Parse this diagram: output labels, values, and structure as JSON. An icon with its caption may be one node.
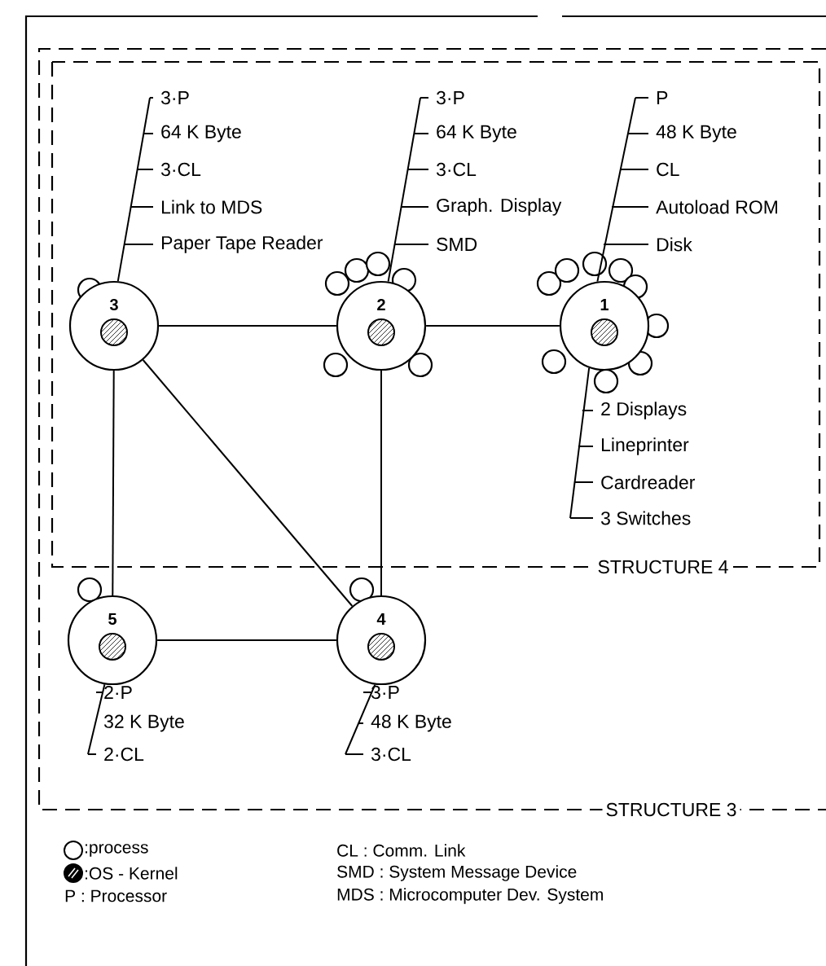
{
  "diagram": {
    "nodes": [
      {
        "text": [
          "STRUCTURE 3"
        ]
      },
      {
        "text": [
          "STRUCTURE 4"
        ],
        "in": 0
      },
      {
        "text": [
          "3"
        ],
        "in": 1
      },
      {
        "text": [
          "3·P",
          "64 K Byte",
          "3·CL",
          "Link to MDS",
          "Paper Tape Reader"
        ],
        "in": 1
      },
      {
        "text": [
          "2"
        ],
        "in": 1
      },
      {
        "text": [
          "3·P",
          "64 K Byte",
          "3·CL",
          "Graph. Display",
          "SMD"
        ],
        "in": 1
      },
      {
        "text": [
          "1"
        ],
        "in": 1
      },
      {
        "text": [
          "P",
          "48 K Byte",
          "CL",
          "Autoload ROM",
          "Disk"
        ],
        "in": 1
      },
      {
        "text": [
          "2 Displays",
          "Lineprinter",
          "Cardreader",
          "3 Switches"
        ],
        "in": 1
      },
      {
        "text": [
          "5"
        ],
        "in": 0
      },
      {
        "text": [
          "2·P",
          "32 K Byte",
          "2·CL"
        ],
        "in": 0
      },
      {
        "text": [
          "4"
        ],
        "in": 0
      },
      {
        "text": [
          "3·P",
          "48 K Byte",
          "3·CL"
        ],
        "in": 0
      }
    ],
    "edges": [
      {
        "from": 2,
        "to": 4,
        "arrow": "none"
      },
      {
        "from": 4,
        "to": 6,
        "arrow": "none"
      },
      {
        "from": 2,
        "to": 9,
        "arrow": "none"
      },
      {
        "from": 2,
        "to": 11,
        "arrow": "none"
      },
      {
        "from": 4,
        "to": 11,
        "arrow": "none"
      },
      {
        "from": 9,
        "to": 11,
        "arrow": "none"
      },
      {
        "from": 2,
        "to": 3,
        "arrow": "none"
      },
      {
        "from": 4,
        "to": 5,
        "arrow": "none"
      },
      {
        "from": 6,
        "to": 7,
        "arrow": "none"
      },
      {
        "from": 6,
        "to": 8,
        "arrow": "none"
      },
      {
        "from": 9,
        "to": 10,
        "arrow": "none"
      },
      {
        "from": 11,
        "to": 12,
        "arrow": "none"
      }
    ],
    "labels": [
      "CL : Comm. Link",
      "SMD : System Message Device",
      "P : Processor",
      "MDS : Microcomputer Dev. System"
    ],
    "legend": [
      {
        "text": ":process"
      },
      {
        "text": ":OS - Kernel"
      }
    ]
  }
}
